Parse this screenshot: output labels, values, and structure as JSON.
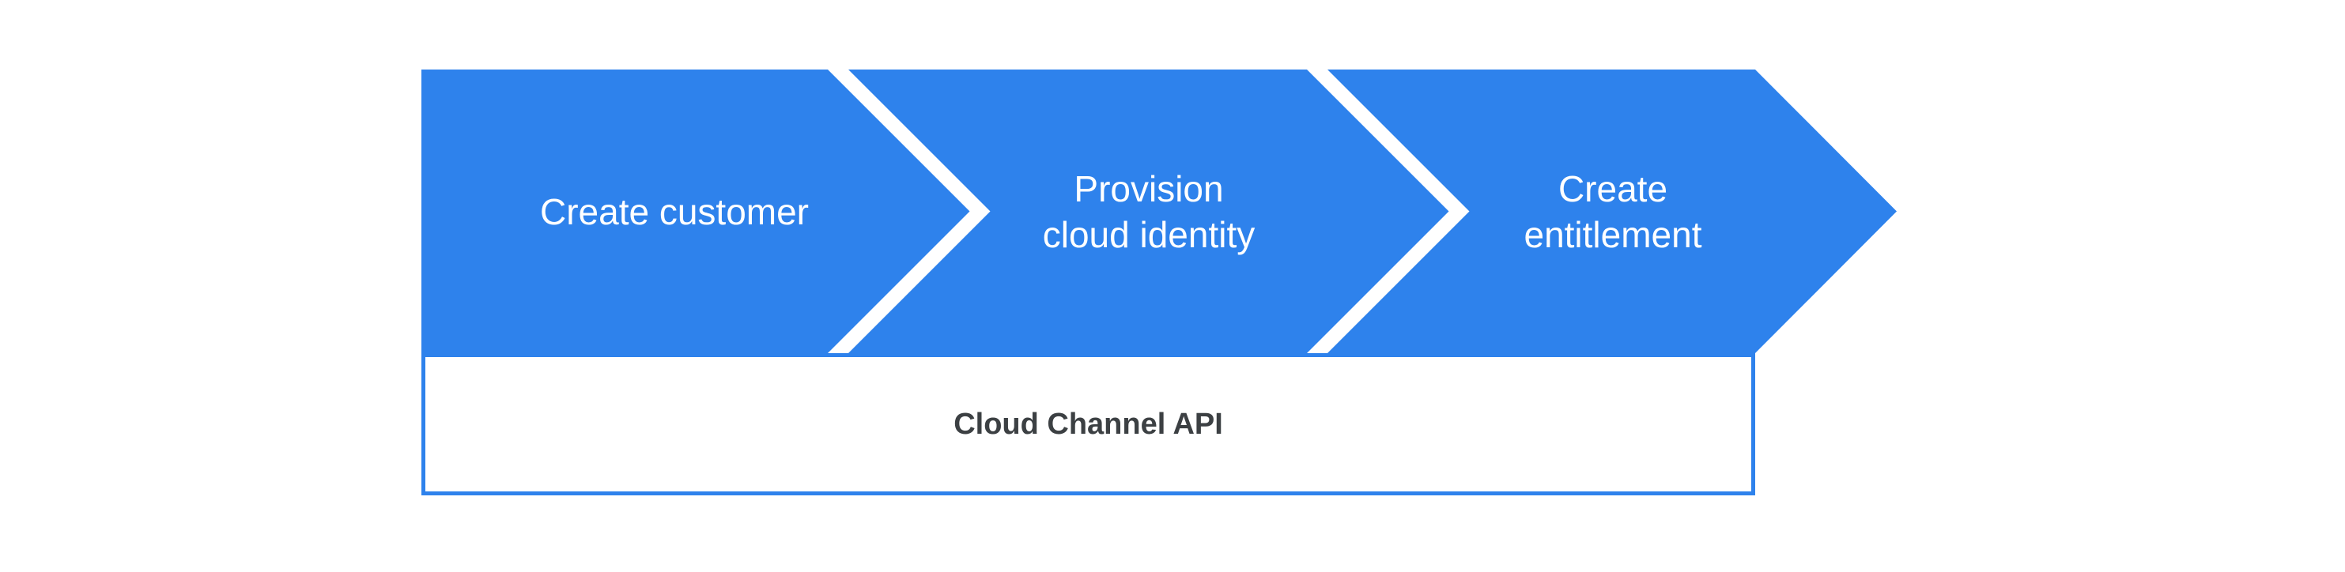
{
  "diagram": {
    "type": "process-flow",
    "steps": [
      {
        "id": "create-customer",
        "line1": "Create customer",
        "line2": ""
      },
      {
        "id": "provision-cloud-identity",
        "line1": "Provision",
        "line2": "cloud identity"
      },
      {
        "id": "create-entitlement",
        "line1": "Create",
        "line2": "entitlement"
      }
    ],
    "api_box": {
      "label": "Cloud Channel API"
    },
    "colors": {
      "arrow_blue": "#2e82ec",
      "separator_white": "#ffffff",
      "step_text": "#ffffff",
      "api_box_border": "#2e82ec",
      "api_box_fill": "#ffffff",
      "api_box_text": "#3c4043",
      "background": "#ffffff"
    }
  }
}
